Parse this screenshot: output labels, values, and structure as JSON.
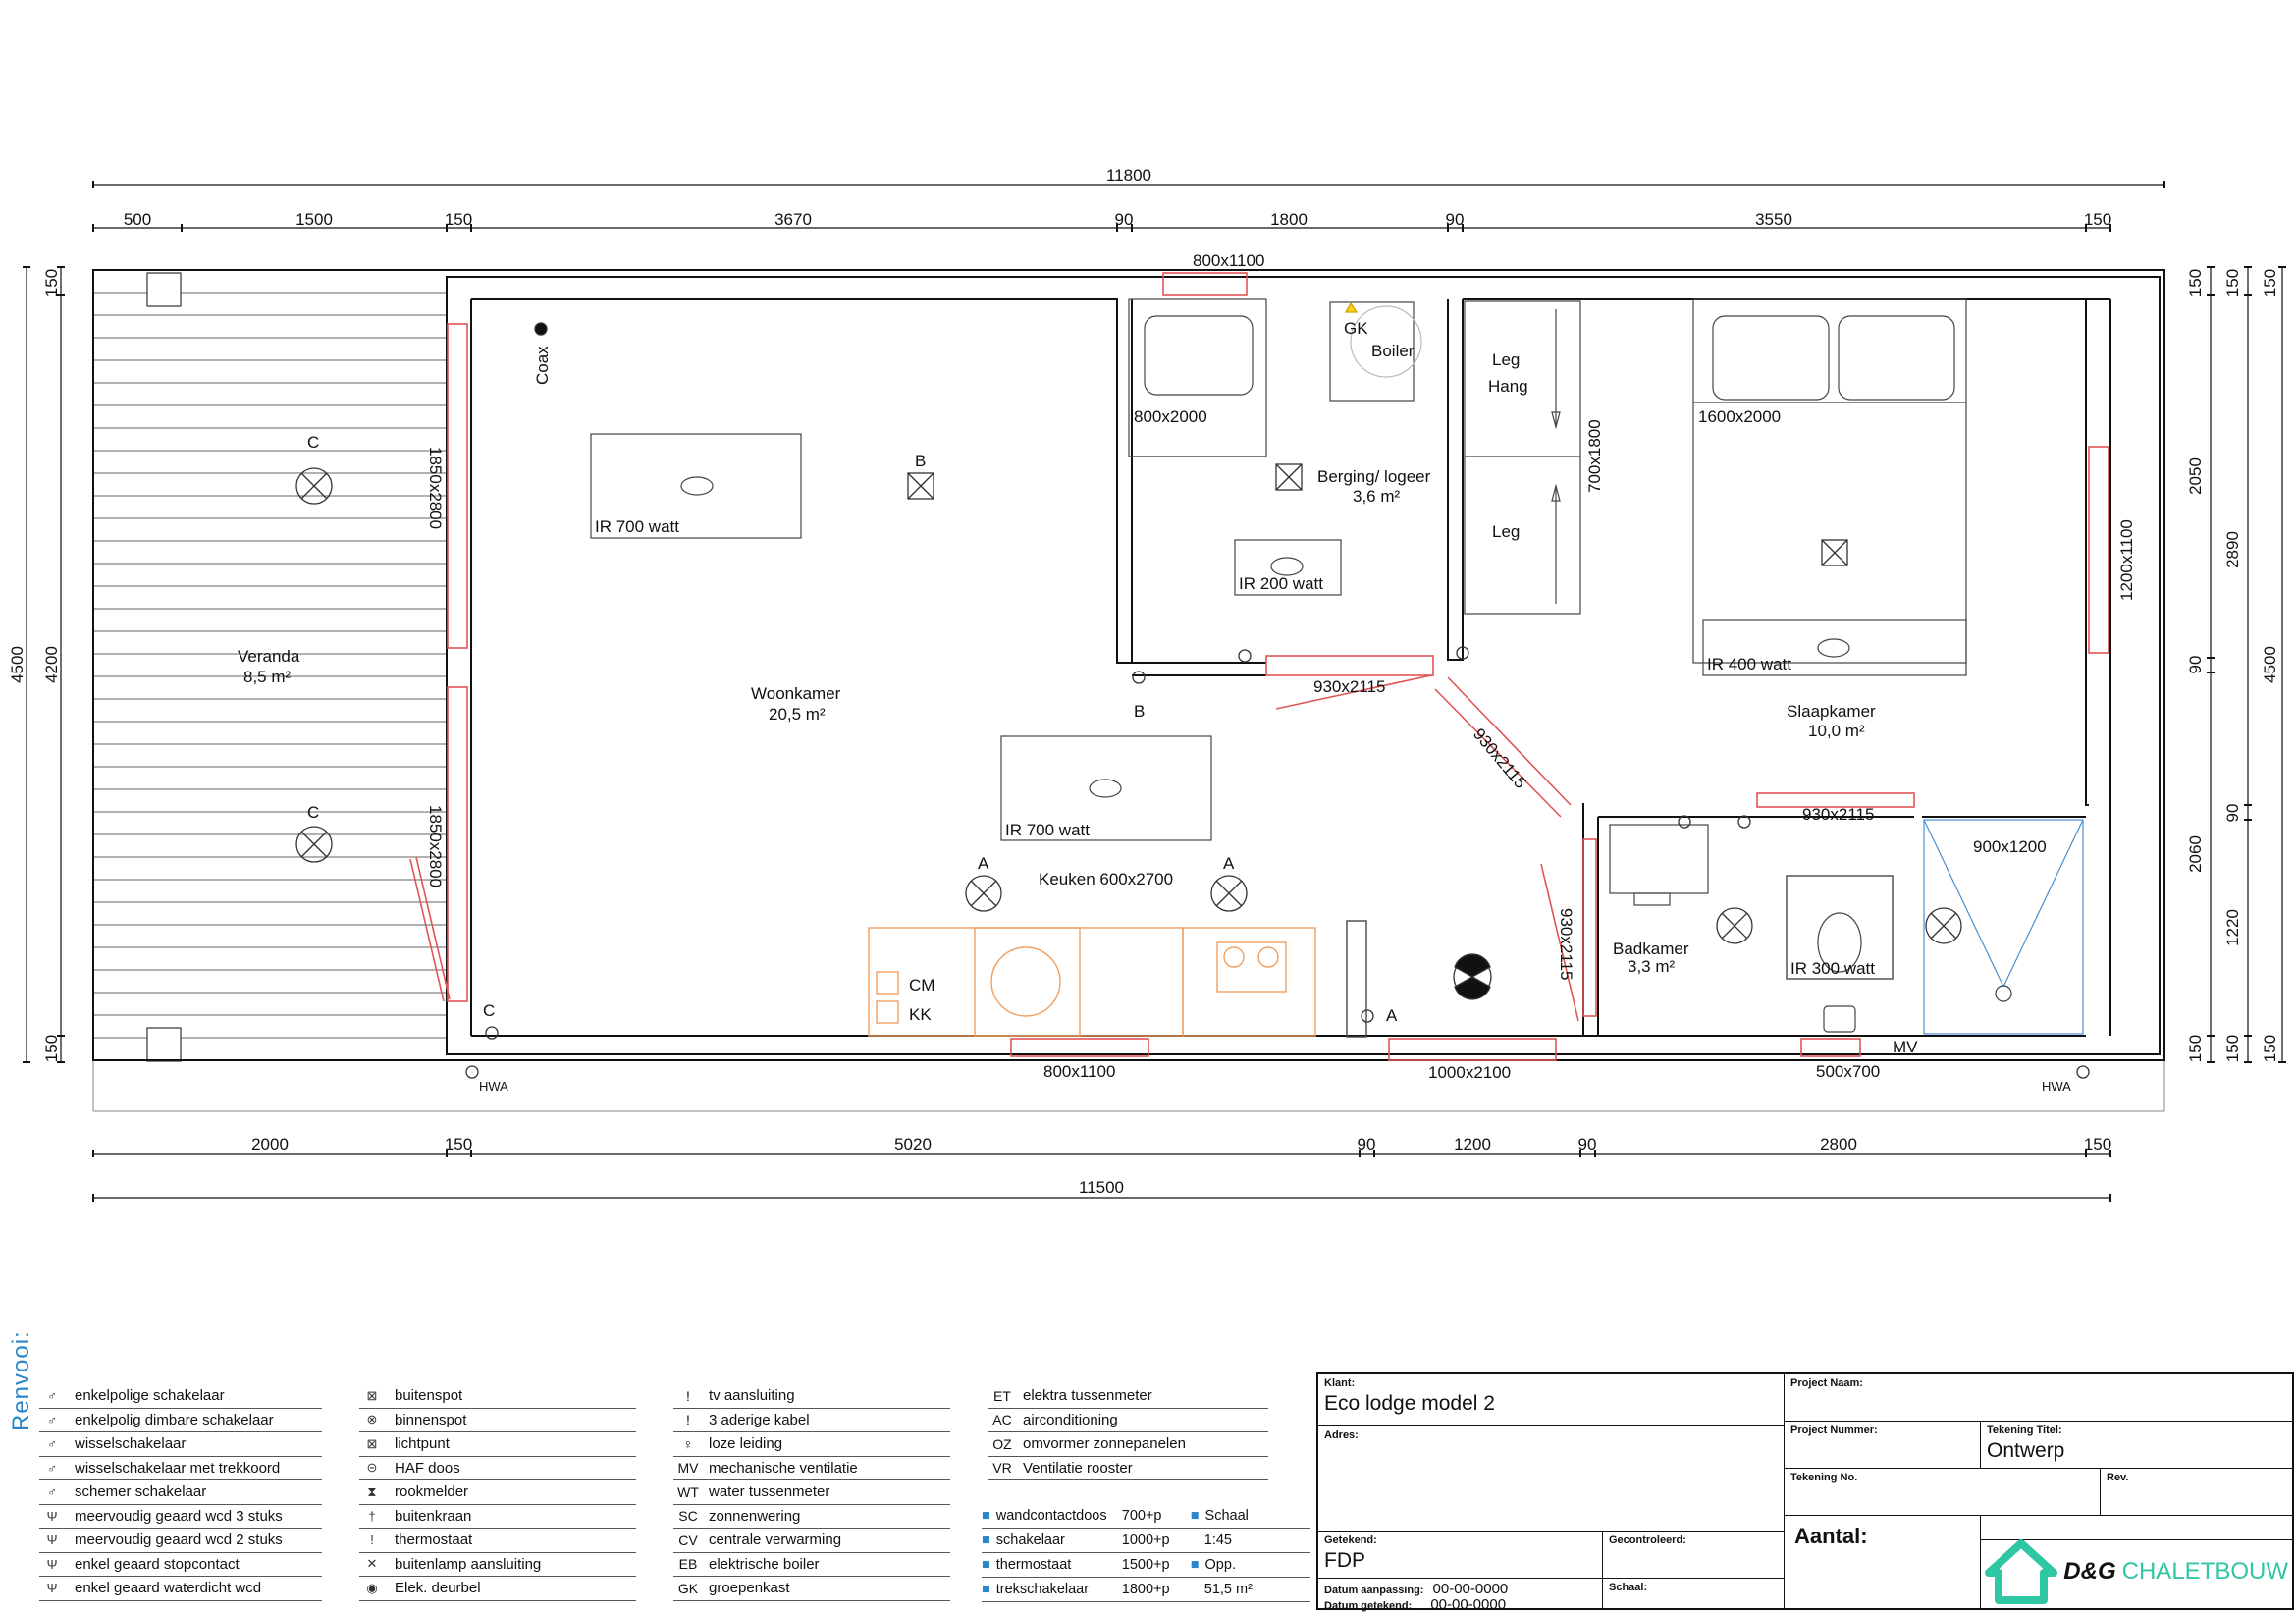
{
  "dimensions": {
    "overall_top": "11800",
    "top": [
      "500",
      "1500",
      "150",
      "3670",
      "90",
      "1800",
      "90",
      "3550",
      "150"
    ],
    "overall_bottom": "11500",
    "bottom": [
      "2000",
      "150",
      "5020",
      "90",
      "1200",
      "90",
      "2800",
      "150"
    ],
    "left_total": "4500",
    "left_inner": "4200",
    "left_top": "150",
    "left_bottom": "150",
    "right": [
      "150",
      "2050",
      "90",
      "2060",
      "150"
    ],
    "right2": [
      "150",
      "2890",
      "90",
      "1220",
      "150"
    ],
    "right_total": "4500"
  },
  "rooms": {
    "veranda": {
      "name": "Veranda",
      "area": "8,5 m²"
    },
    "woonkamer": {
      "name": "Woonkamer",
      "area": "20,5 m²"
    },
    "berging": {
      "name": "Berging/ logeer",
      "area": "3,6 m²"
    },
    "slaapkamer": {
      "name": "Slaapkamer",
      "area": "10,0 m²"
    },
    "badkamer": {
      "name": "Badkamer",
      "area": "3,3 m²"
    },
    "keuken": "Keuken 600x2700"
  },
  "labels": {
    "win_top": "800x1100",
    "win_bottom": "800x1100",
    "door_front": "1000x2100",
    "win_bath": "500x700",
    "veranda_door_top": "1850x2800",
    "veranda_door_bottom": "1850x2800",
    "win_slaap": "1200x1100",
    "door_berging": "930x2115",
    "door_slaap": "930x2115",
    "door_bad_top": "930x2115",
    "door_bad_left": "930x2115",
    "bed_berging": "800x2000",
    "bed_slaap": "1600x2000",
    "wardrobe": "700x1800",
    "shower": "900x1200",
    "ir_1": "IR 700 watt",
    "ir_2": "IR 700 watt",
    "ir_3": "IR 200 watt",
    "ir_4": "IR 400 watt",
    "ir_5": "IR 300 watt",
    "leg1": "Leg",
    "hang": "Hang",
    "leg2": "Leg",
    "coax": "Coax",
    "boiler": "Boiler",
    "gk": "GK",
    "mv": "MV",
    "hwa1": "HWA",
    "hwa2": "HWA",
    "cm": "CM",
    "kk": "KK",
    "a1": "A",
    "a2": "A",
    "a3": "A",
    "b1": "B",
    "b2": "B",
    "c1": "C",
    "c2": "C",
    "c3": "C"
  },
  "legend": {
    "title": "Renvooi:",
    "col1": [
      "enkelpolige schakelaar",
      "enkelpolig dimbare schakelaar",
      "wisselschakelaar",
      "wisselschakelaar met trekkoord",
      "schemer schakelaar",
      "meervoudig geaard wcd 3 stuks",
      "meervoudig geaard wcd 2 stuks",
      "enkel geaard stopcontact",
      "enkel geaard waterdicht wcd"
    ],
    "col2": [
      "buitenspot",
      "binnenspot",
      "lichtpunt",
      "HAF doos",
      "rookmelder",
      "buitenkraan",
      "thermostaat",
      "buitenlamp aansluiting",
      "Elek. deurbel"
    ],
    "col3": [
      {
        "code": "",
        "label": "tv aansluiting"
      },
      {
        "code": "",
        "label": "3 aderige kabel"
      },
      {
        "code": "",
        "label": "loze leiding"
      },
      {
        "code": "MV",
        "label": "mechanische ventilatie"
      },
      {
        "code": "WT",
        "label": "water tussenmeter"
      },
      {
        "code": "SC",
        "label": "zonnenwering"
      },
      {
        "code": "CV",
        "label": "centrale verwarming"
      },
      {
        "code": "EB",
        "label": "elektrische boiler"
      },
      {
        "code": "GK",
        "label": "groepenkast"
      }
    ],
    "col4": [
      {
        "code": "ET",
        "label": "elektra tussenmeter"
      },
      {
        "code": "AC",
        "label": "airconditioning"
      },
      {
        "code": "OZ",
        "label": "omvormer zonnepanelen"
      },
      {
        "code": "VR",
        "label": "Ventilatie rooster"
      }
    ],
    "power": [
      {
        "label": "wandcontactdoos",
        "value": "700+p"
      },
      {
        "label": "schakelaar",
        "value": "1000+p"
      },
      {
        "label": "thermostaat",
        "value": "1500+p"
      },
      {
        "label": "trekschakelaar",
        "value": "1800+p"
      }
    ],
    "schaal_label": "Schaal",
    "schaal": "1:45",
    "opp_label": "Opp.",
    "opp": "51,5 m²"
  },
  "titleblock": {
    "klant_label": "Klant:",
    "klant": "Eco lodge model 2",
    "adres_label": "Adres:",
    "project_naam_label": "Project Naam:",
    "project_nummer_label": "Project Nummer:",
    "tekening_titel_label": "Tekening Titel:",
    "tekening_titel": "Ontwerp",
    "tekening_no_label": "Tekening No.",
    "rev_label": "Rev.",
    "getekend_label": "Getekend:",
    "getekend": "FDP",
    "gecontroleerd_label": "Gecontroleerd:",
    "aantal_label": "Aantal:",
    "datum_aanpassing_label": "Datum aanpassing:",
    "datum_aanpassing": "00-00-0000",
    "datum_getekend_label": "Datum getekend:",
    "datum_getekend": "00-00-0000",
    "schaal_label": "Schaal:",
    "logo_text_1": "D&G",
    "logo_text_2": "CHALETBOUW"
  },
  "colors": {
    "wall": "#111111",
    "opening": "#e05555",
    "kitchen": "#f0a060",
    "shower": "#4a8fd0",
    "accent": "#2a86c8",
    "logo": "#2fc7a3"
  }
}
